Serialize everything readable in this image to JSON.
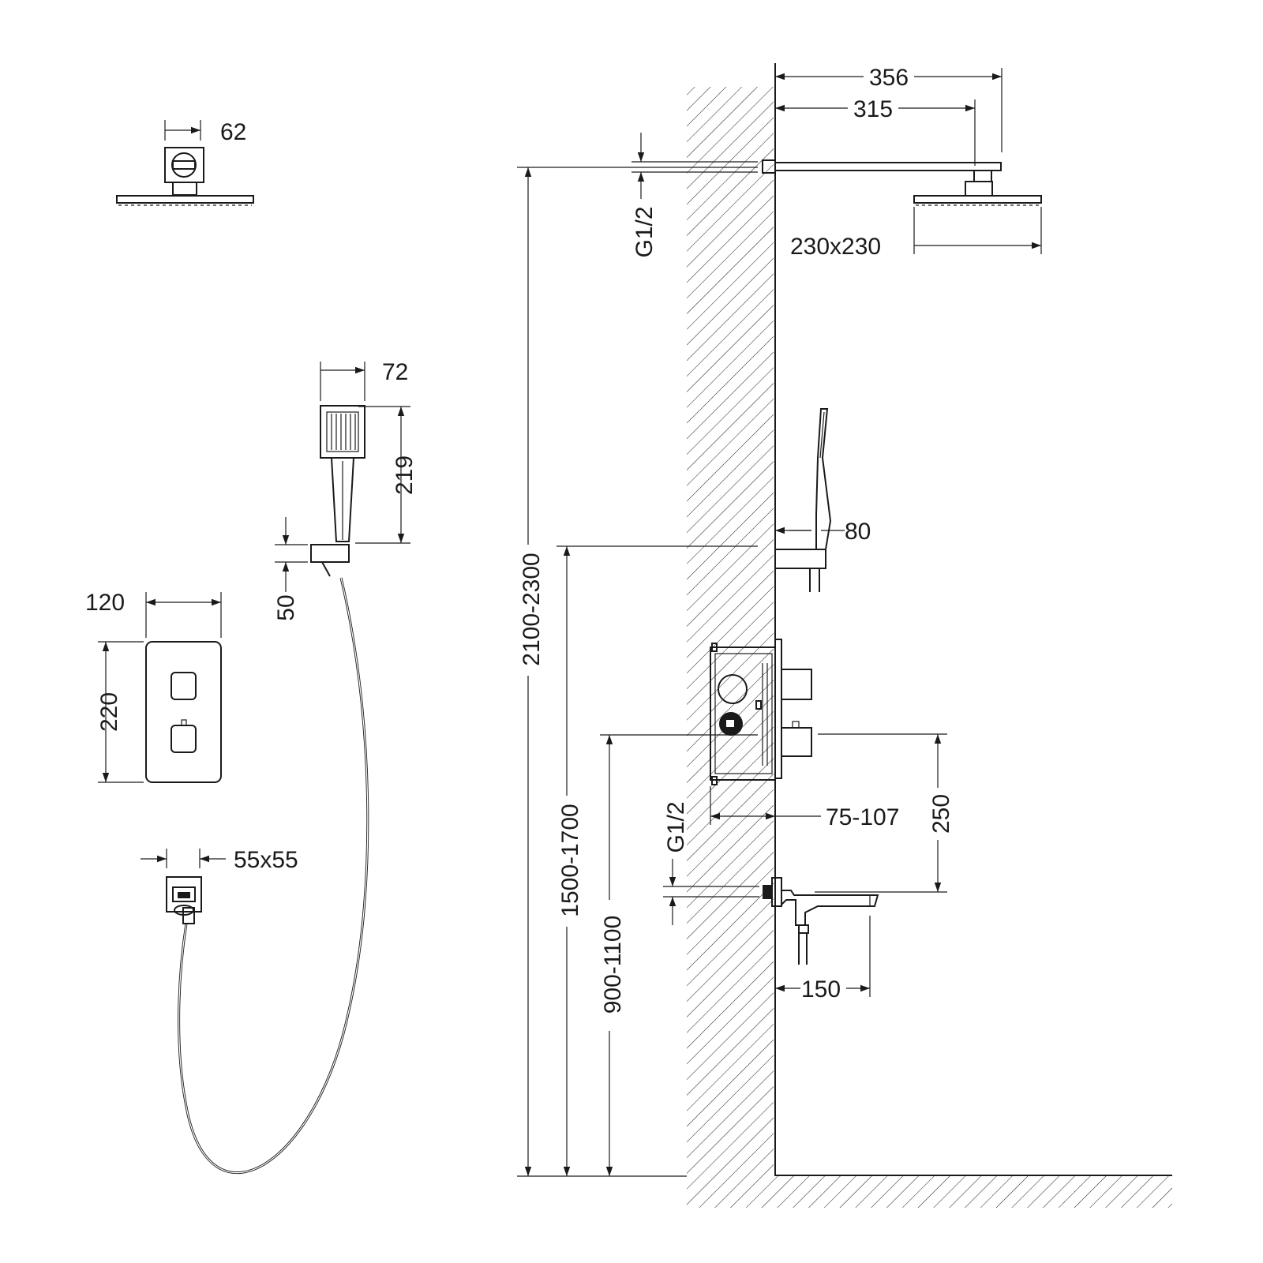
{
  "dimensions": {
    "head_side_width": "62",
    "hand_width": "72",
    "hand_height": "219",
    "holder_height": "50",
    "panel_width": "120",
    "panel_height": "220",
    "outlet_size": "55x55",
    "arm_total": "356",
    "arm_length": "315",
    "arm_thread": "G1/2",
    "head_size": "230x230",
    "holder_projection": "80",
    "head_height_range": "2100-2300",
    "holder_height_range": "1500-1700",
    "spout_height_range": "900-1100",
    "box_depth": "75-107",
    "spout_to_valve": "250",
    "spout_thread": "G1/2",
    "spout_length": "150"
  }
}
